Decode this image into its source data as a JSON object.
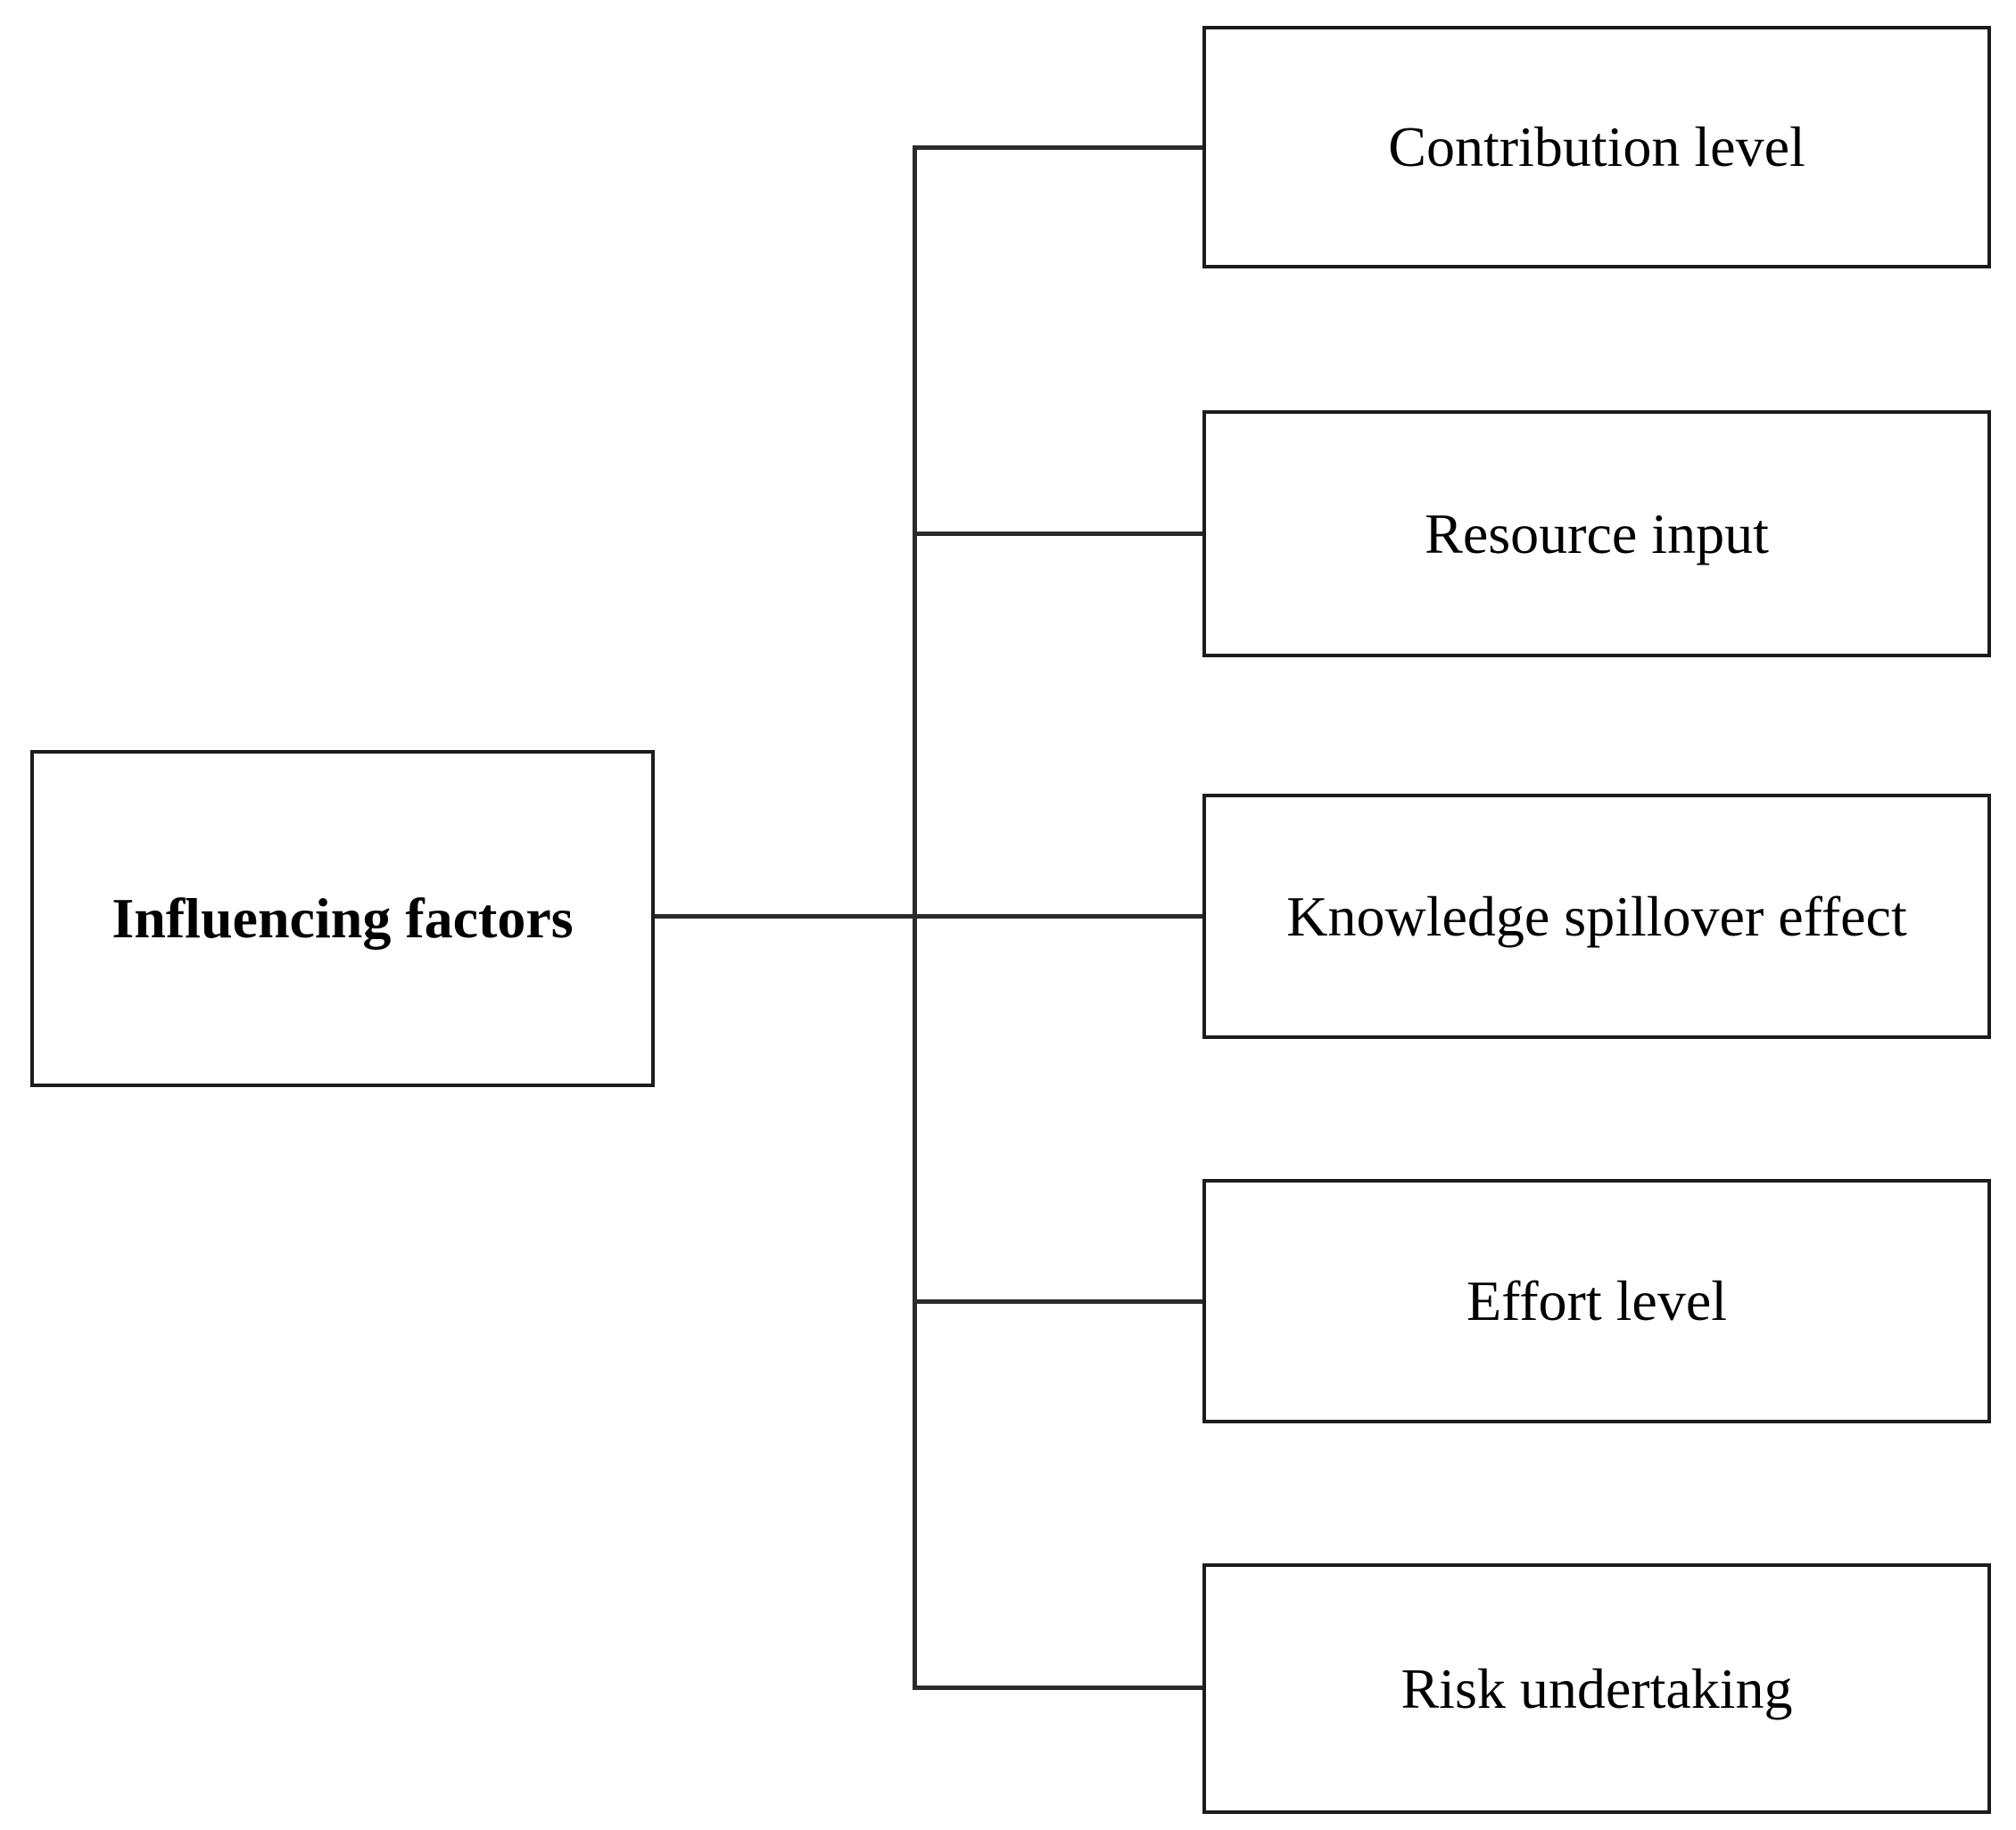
{
  "diagram": {
    "root": {
      "label": "Influencing factors"
    },
    "factors": [
      {
        "label": "Contribution level"
      },
      {
        "label": "Resource input"
      },
      {
        "label": "Knowledge spillover effect"
      },
      {
        "label": "Effort level"
      },
      {
        "label": "Risk undertaking"
      }
    ],
    "colors": {
      "background": "#ffffff",
      "border": "#1c1c1c",
      "line": "#2b2b2b",
      "text": "#000000"
    }
  }
}
